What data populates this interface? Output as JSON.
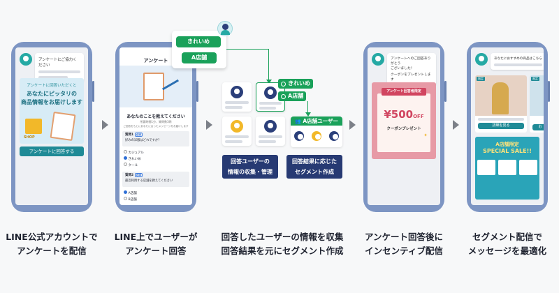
{
  "colors": {
    "phone": "#7d95c3",
    "green": "#1aa15a",
    "teal": "#1f8a96",
    "navy": "#273a73",
    "pink": "#e79aa6"
  },
  "steps": [
    {
      "line1": "LINE公式アカウントで",
      "line2": "アンケートを配信"
    },
    {
      "line1": "LINE上でユーザーが",
      "line2": "アンケート回答"
    },
    {
      "line1": "回答したユーザーの情報を収集",
      "line2": "回答結果を元にセグメント作成"
    },
    {
      "line1": "アンケート回答後に",
      "line2": "インセンティブ配信"
    },
    {
      "line1": "セグメント配信で",
      "line2": "メッセージを最適化"
    }
  ],
  "phone1": {
    "chat_text": "アンケートにご協力ください",
    "banner_top": "アンケートに回答いただくと",
    "banner_main1": "あなたにピッタリの",
    "banner_main2": "商品情報をお届けします",
    "shop_sign": "SHOP",
    "cta": "アンケートに回答する"
  },
  "phone2": {
    "header": "アンケート",
    "question_title": "あなたのことを教えてください",
    "note1": "所要時間1分、質問数3問",
    "note2": "ご回答をもとにあなたに合ったメッセージをお届けします",
    "q1_label": "質問1",
    "required": "必須",
    "q1_text": "好みの洋服はどれですか？",
    "q1_options": [
      "カジュアル",
      "きれいめ",
      "クール"
    ],
    "q2_label": "質問2",
    "q2_text": "最近利用する店舗を教えてください",
    "q2_options": [
      "A店舗",
      "B店舗"
    ]
  },
  "popup": {
    "option1": "きれいめ",
    "option2": "A店舗"
  },
  "middle": {
    "tag1": "きれいめ",
    "tag2": "A店舗",
    "segment_label": "A店舗ユーザー",
    "box_collect_line1": "回答ユーザーの",
    "box_collect_line2": "情報の収集・管理",
    "box_segment_line1": "回答結果に応じた",
    "box_segment_line2": "セグメント作成"
  },
  "phone4": {
    "chat_line1": "アンケートへのご回答ありがとう",
    "chat_line2": "ございました！",
    "chat_line3": "クーポンをプレゼントします",
    "coupon_header": "アンケート回答者限定",
    "coupon_amount": "¥500",
    "coupon_off": "OFF",
    "coupon_label": "クーポンプレゼント"
  },
  "phone5": {
    "chat_text": "あなたにおすすめの商品はこちら",
    "badge": "限定",
    "sale_line1": "A店舗限定",
    "sale_line2": "SPECIAL SALE!!",
    "detail_btn": "詳細を見る",
    "detail_btn_short": "お"
  }
}
